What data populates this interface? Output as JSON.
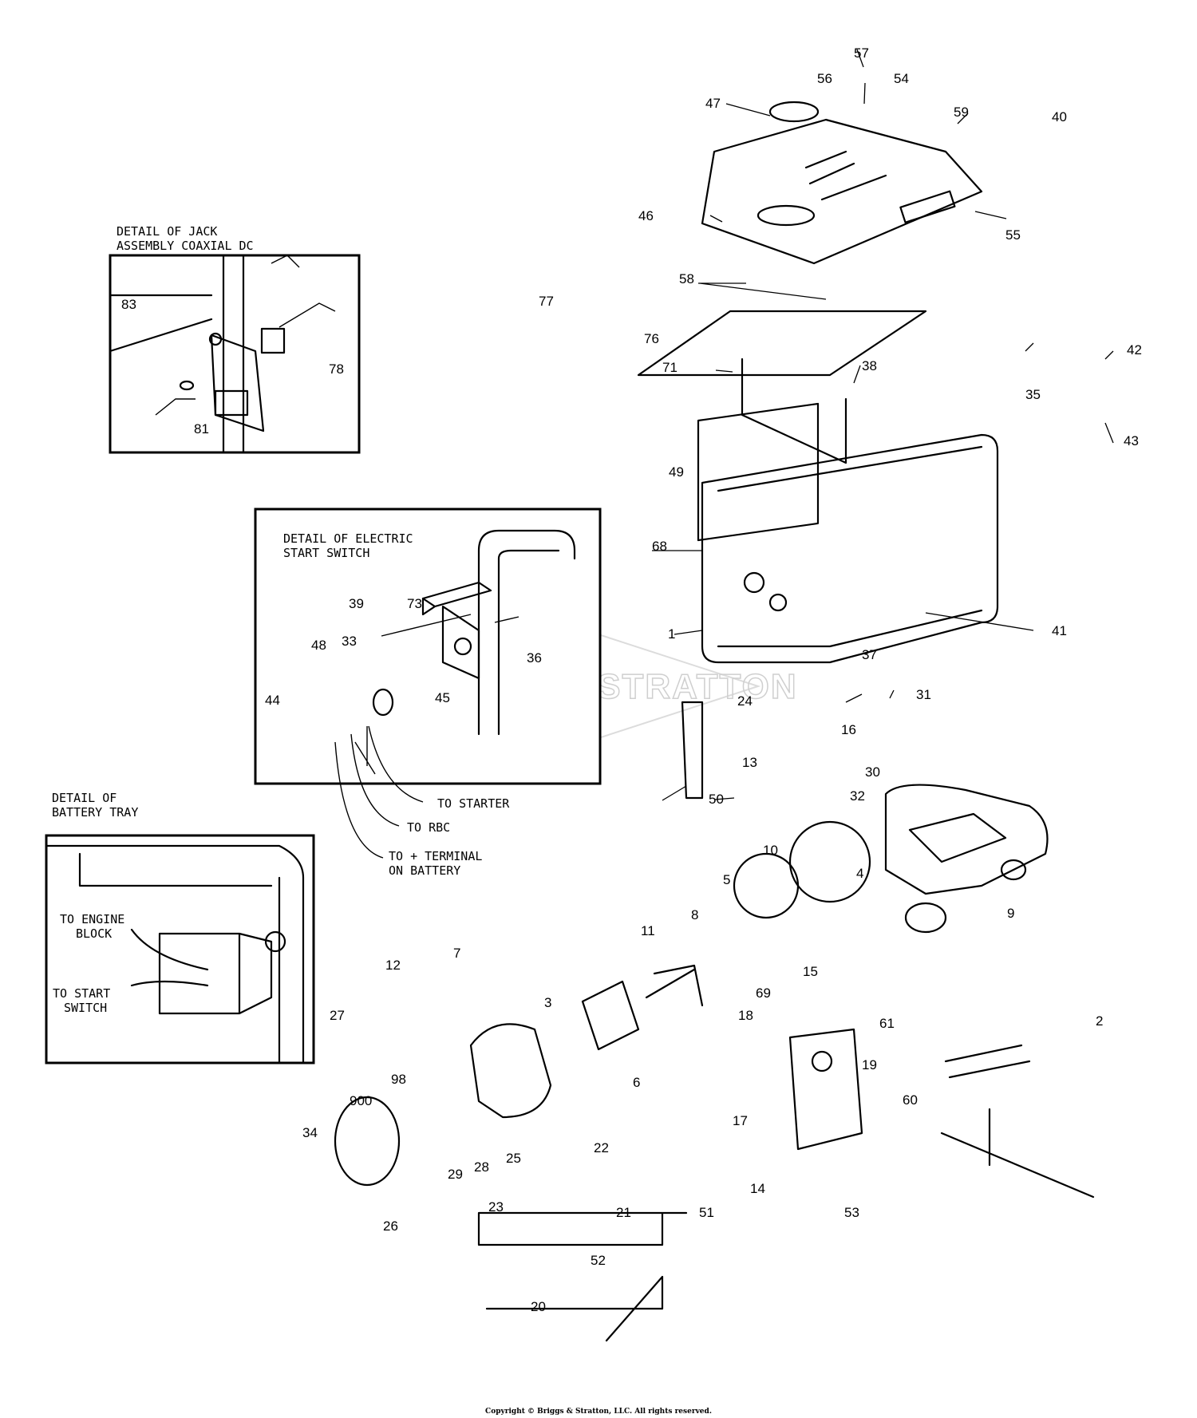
{
  "watermark": "BRIGGS & STRATTON",
  "copyright": "Copyright © Briggs & Stratton, LLC. All rights reserved.",
  "details": {
    "jack": {
      "title_line1": "DETAIL OF JACK",
      "title_line2": "ASSEMBLY COAXIAL DC"
    },
    "start_switch": {
      "title_line1": "DETAIL OF ELECTRIC",
      "title_line2": "START SWITCH"
    },
    "battery_tray": {
      "title_line1": "DETAIL OF",
      "title_line2": "BATTERY TRAY"
    }
  },
  "annotations": {
    "to_starter": "TO STARTER",
    "to_rbc": "TO RBC",
    "to_terminal_1": "TO + TERMINAL",
    "to_terminal_2": "ON BATTERY",
    "to_engine_1": "TO ENGINE",
    "to_engine_2": "BLOCK",
    "to_start_1": "TO START",
    "to_start_2": "SWITCH"
  },
  "part_numbers": [
    "1",
    "2",
    "3",
    "4",
    "5",
    "6",
    "7",
    "8",
    "9",
    "10",
    "11",
    "12",
    "13",
    "14",
    "15",
    "16",
    "17",
    "18",
    "19",
    "20",
    "21",
    "22",
    "23",
    "24",
    "25",
    "26",
    "27",
    "28",
    "29",
    "30",
    "31",
    "32",
    "33",
    "34",
    "35",
    "36",
    "37",
    "38",
    "39",
    "40",
    "41",
    "42",
    "43",
    "44",
    "45",
    "46",
    "47",
    "48",
    "49",
    "50",
    "51",
    "52",
    "53",
    "54",
    "55",
    "56",
    "57",
    "58",
    "59",
    "60",
    "61",
    "68",
    "69",
    "71",
    "73",
    "76",
    "77",
    "78",
    "81",
    "83",
    "98",
    "900"
  ]
}
